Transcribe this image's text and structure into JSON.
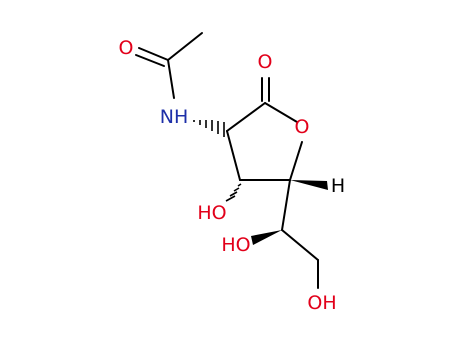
{
  "molecule": {
    "colors": {
      "bond": "#000000",
      "oxygen": "#e2001a",
      "nitrogen": "#1d2fa8",
      "hydrogen": "#000000"
    },
    "atoms": {
      "carbonyl_o_amide": "O",
      "nitrogen": "NH",
      "ring_carbonyl_o": "O",
      "ring_o": "O",
      "ho_ring": "HO",
      "h_ring": "H",
      "ho_side": "HO",
      "oh_terminal": "OH"
    }
  }
}
